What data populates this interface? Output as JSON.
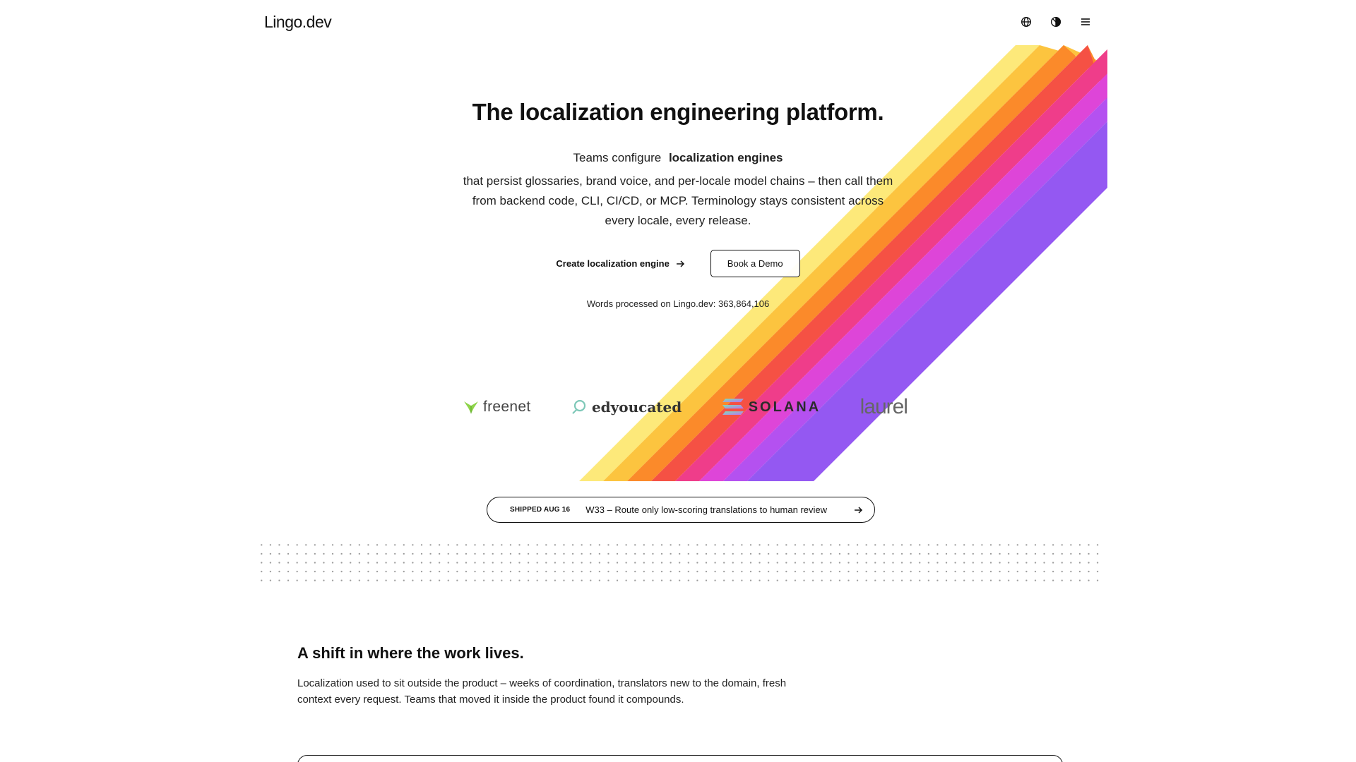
{
  "header": {
    "logo": "Lingo.dev",
    "icons": [
      "globe-icon",
      "theme-icon",
      "menu-icon"
    ]
  },
  "hero": {
    "title": "The localization engineering platform.",
    "lead_prefix": "Teams configure",
    "lead_emphasis": "localization engines",
    "description": "that persist glossaries, brand voice, and per-locale model chains – then call them from backend code, CLI, CI/CD, or MCP. Terminology stays consistent across every locale, every release.",
    "primary_cta": "Create localization engine",
    "secondary_cta": "Book a Demo",
    "stats": "Words processed on Lingo.dev: 363,864,106"
  },
  "logos": [
    {
      "name": "freenet"
    },
    {
      "name": "edyoucated"
    },
    {
      "name": "SOLANA"
    },
    {
      "name": "laurel"
    }
  ],
  "announcement": {
    "tag": "SHIPPED AUG 16",
    "text": "W33 – Route only low-scoring translations to human review"
  },
  "section": {
    "title": "A shift in where the work lives.",
    "body": "Localization used to sit outside the product – weeks of coordination, translators new to the domain, fresh context every request. Teams that moved it inside the product found it compounds."
  },
  "colors": {
    "stripes": [
      "#FDE97A",
      "#FCC43F",
      "#FB8A2A",
      "#F55144",
      "#EF3D8A",
      "#DE45D8",
      "#B451F0",
      "#9458F2"
    ],
    "text": "#111111"
  }
}
